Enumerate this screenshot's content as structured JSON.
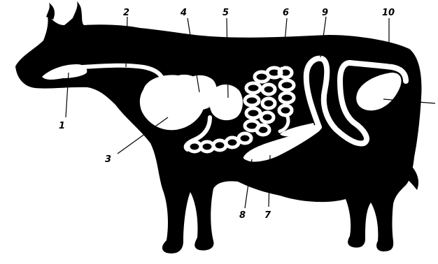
{
  "diagram": {
    "callouts": [
      {
        "id": "1",
        "text": "1"
      },
      {
        "id": "2",
        "text": "2"
      },
      {
        "id": "3",
        "text": "3"
      },
      {
        "id": "4",
        "text": "4"
      },
      {
        "id": "5",
        "text": "5"
      },
      {
        "id": "6",
        "text": "6"
      },
      {
        "id": "7",
        "text": "7"
      },
      {
        "id": "8",
        "text": "8"
      },
      {
        "id": "9",
        "text": "9"
      },
      {
        "id": "10",
        "text": "10"
      }
    ],
    "colors": {
      "silhouette": "#000000",
      "organs": "#ffffff",
      "background": "#ffffff"
    }
  }
}
